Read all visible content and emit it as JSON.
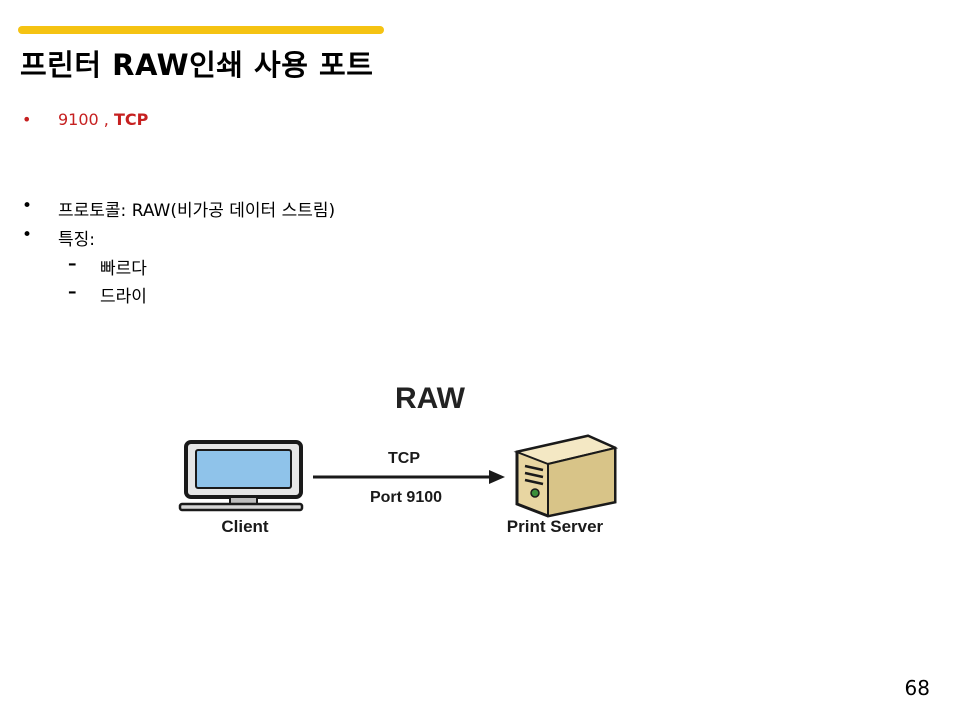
{
  "slide": {
    "title": "프린터 RAW인쇄 사용 포트",
    "page_number": "68",
    "accent_color": "#f5c312"
  },
  "bullets": {
    "port_number": "9100 ,",
    "port_protocol": "TCP",
    "protocol_line": "프로토콜: RAW(비가공 데이터 스트림)",
    "features_label": "특징:",
    "feature_1": "빠르다",
    "feature_2_partial": "드라이"
  },
  "diagram": {
    "title": "RAW",
    "arrow_top_label": "TCP",
    "arrow_bottom_label": "Port 9100",
    "left_label": "Client",
    "right_label": "Print Server",
    "left_icon": "computer-monitor-icon",
    "right_icon": "server-tower-icon"
  }
}
